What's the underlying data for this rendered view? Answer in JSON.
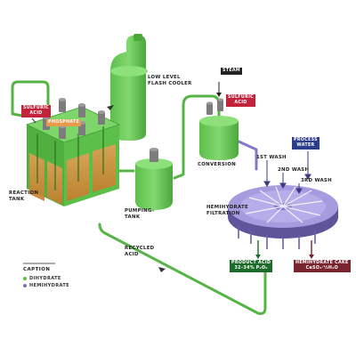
{
  "labels": {
    "low_level_flash_cooler": [
      "LOW LEVEL",
      "FLASH COOLER"
    ],
    "steam": "STEAM",
    "sulfuric_acid_right": [
      "SULFURIC",
      "ACID"
    ],
    "sulfuric_acid_left": [
      "SULFURIC",
      "ACID"
    ],
    "phosphate": "PHOSPHATE",
    "conversion": "CONVERSION",
    "process_water": [
      "PROCESS",
      "WATER"
    ],
    "wash_1": "1ST WASH",
    "wash_2": "2ND WASH",
    "wash_3": "3RD WASH",
    "reaction_tank": [
      "REACTION",
      "TANK"
    ],
    "pumping_tank": [
      "PUMPING",
      "TANK"
    ],
    "hemihydrate_filtration": [
      "HEMIHYDRATE",
      "FILTRATION"
    ],
    "recycled_acid": [
      "RECYCLED",
      "ACID"
    ],
    "product_acid": [
      "PRODUCT ACID",
      "32–34% P₂O₅"
    ],
    "hemihydrate_cake": [
      "HEMIHYDRATE CAKE",
      "CaSO₄·½H₂O"
    ]
  },
  "caption": {
    "title": "CAPTION",
    "items": [
      {
        "label": "DIHYDRATE",
        "color": "#5cbf4a"
      },
      {
        "label": "HEMIHYDRATE",
        "color": "#7a6fbf"
      }
    ]
  },
  "colors": {
    "green_light": "#7ed66b",
    "green_mid": "#5cbf4a",
    "green_dark": "#3f9a33",
    "orange": "#e69a4b",
    "purple_light": "#a79be0",
    "purple_mid": "#8478cc",
    "purple_dark": "#5f5399",
    "red_tag": "#c2223a",
    "navy_tag": "#2a3d8c",
    "dark_green_tag": "#1d6b2a",
    "maroon_tag": "#7a2430",
    "black_tag": "#222222",
    "motor_gray": "#7c7c7c"
  }
}
